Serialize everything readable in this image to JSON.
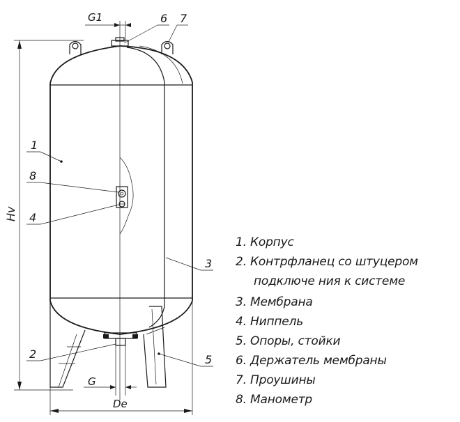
{
  "drawing": {
    "dimension_labels": {
      "height": "Hv",
      "diameter": "De",
      "inlet_top": "G1",
      "inlet_bottom": "G"
    },
    "callouts": [
      {
        "id": "callout-1",
        "text": "1"
      },
      {
        "id": "callout-2",
        "text": "2"
      },
      {
        "id": "callout-3",
        "text": "3"
      },
      {
        "id": "callout-4",
        "text": "4"
      },
      {
        "id": "callout-5",
        "text": "5"
      },
      {
        "id": "callout-6",
        "text": "6"
      },
      {
        "id": "callout-7",
        "text": "7"
      },
      {
        "id": "callout-8",
        "text": "8"
      }
    ]
  },
  "legend": {
    "items": [
      "1. Корпус",
      "2. Контрфланец со штуцером",
      "подключе ния к системе",
      "3. Мембрана",
      "4. Ниппель",
      "5. Опоры, стойки",
      "6. Держатель мембраны",
      "7. Проушины",
      "8. Манометр"
    ]
  }
}
